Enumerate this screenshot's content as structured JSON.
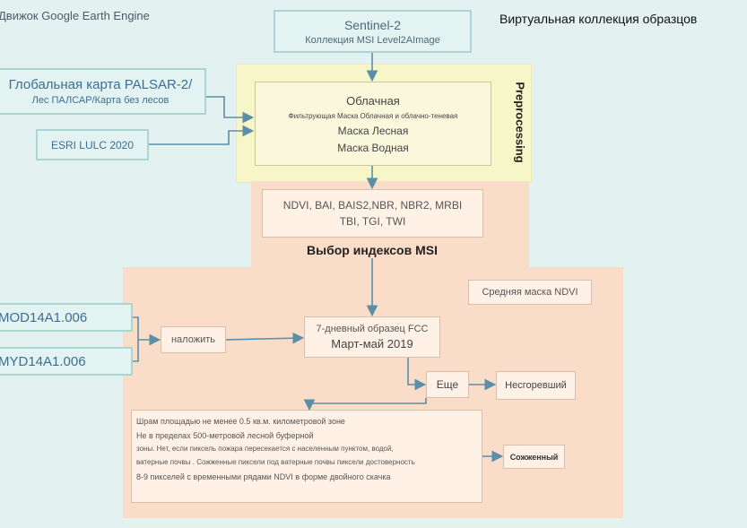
{
  "header": {
    "engine_label": "Движок Google Earth Engine",
    "collection_title": "Виртуальная коллекция образцов"
  },
  "sentinel": {
    "title": "Sentinel-2",
    "subtitle": "Коллекция MSI Level2AImage"
  },
  "palsar": {
    "title": "Глобальная карта PALSAR-2/",
    "subtitle": "Лес ПАЛСАР/Карта без лесов"
  },
  "esri": {
    "label": "ESRI LULC 2020"
  },
  "preprocessing": {
    "side_label": "Preprocessing",
    "lines": [
      "Облачная",
      "Фильтрующая Маска Облачная и облачно-теневая",
      "Маска Лесная",
      "Маска Водная"
    ]
  },
  "indices": {
    "lines": [
      "NDVI, BAI, BAIS2,NBR, NBR2, MRBI",
      "TBI, TGI, TWI"
    ],
    "caption": "Выбор индексов MSI"
  },
  "ndvi_mask": {
    "label": "Средняя маска NDVI"
  },
  "mod": {
    "label": "MOD14A1.006"
  },
  "myd": {
    "label": "MYD14A1.006"
  },
  "overlay": {
    "label": "наложить"
  },
  "fcc": {
    "title": "7-дневный образец FCC",
    "period": "Март-май 2019"
  },
  "more": {
    "label": "Еще"
  },
  "unburned": {
    "label": "Несгоревший"
  },
  "criteria": {
    "lines": [
      "Шрам площадью не менее 0.5 кв.м. километровой зоне",
      "Не в пределах 500-метровой лесной буферной",
      "зоны. Нет, если пиксель пожара пересекается с населенным пунктом, водой,",
      "ватерные почвы . Сожженные пиксели под ватерные почвы пиксели достоверность",
      "8-9 пикселей с временными рядами NDVI в форме двойного скачка"
    ]
  },
  "burned": {
    "label": "Сожженный"
  },
  "colors": {
    "background": "#e4f1f1",
    "preprocessing_panel": "#f7f6c9",
    "salmon_panel": "#f9ddc9",
    "arrow": "#5b8fa8"
  }
}
